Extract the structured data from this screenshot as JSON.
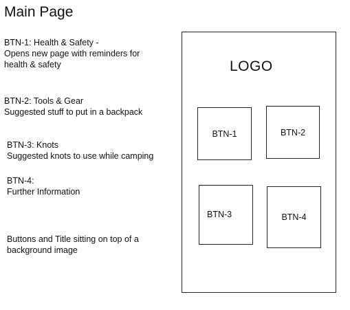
{
  "page_title": "Main Page",
  "notes": [
    {
      "lines": [
        "BTN-1: Health & Safety -",
        "Opens new page with reminders for",
        "health & safety"
      ]
    },
    {
      "lines": [
        "BTN-2: Tools & Gear",
        "Suggested stuff to put in a backpack"
      ]
    },
    {
      "lines": [
        "BTN-3: Knots",
        "Suggested knots to use while camping"
      ]
    },
    {
      "lines": [
        "BTN-4:",
        "Further Information"
      ]
    },
    {
      "lines": [
        "Buttons and Title sitting on top of a",
        "background image"
      ]
    }
  ],
  "mockup": {
    "logo": "LOGO",
    "buttons": [
      "BTN-1",
      "BTN-2",
      "BTN-3",
      "BTN-4"
    ]
  }
}
